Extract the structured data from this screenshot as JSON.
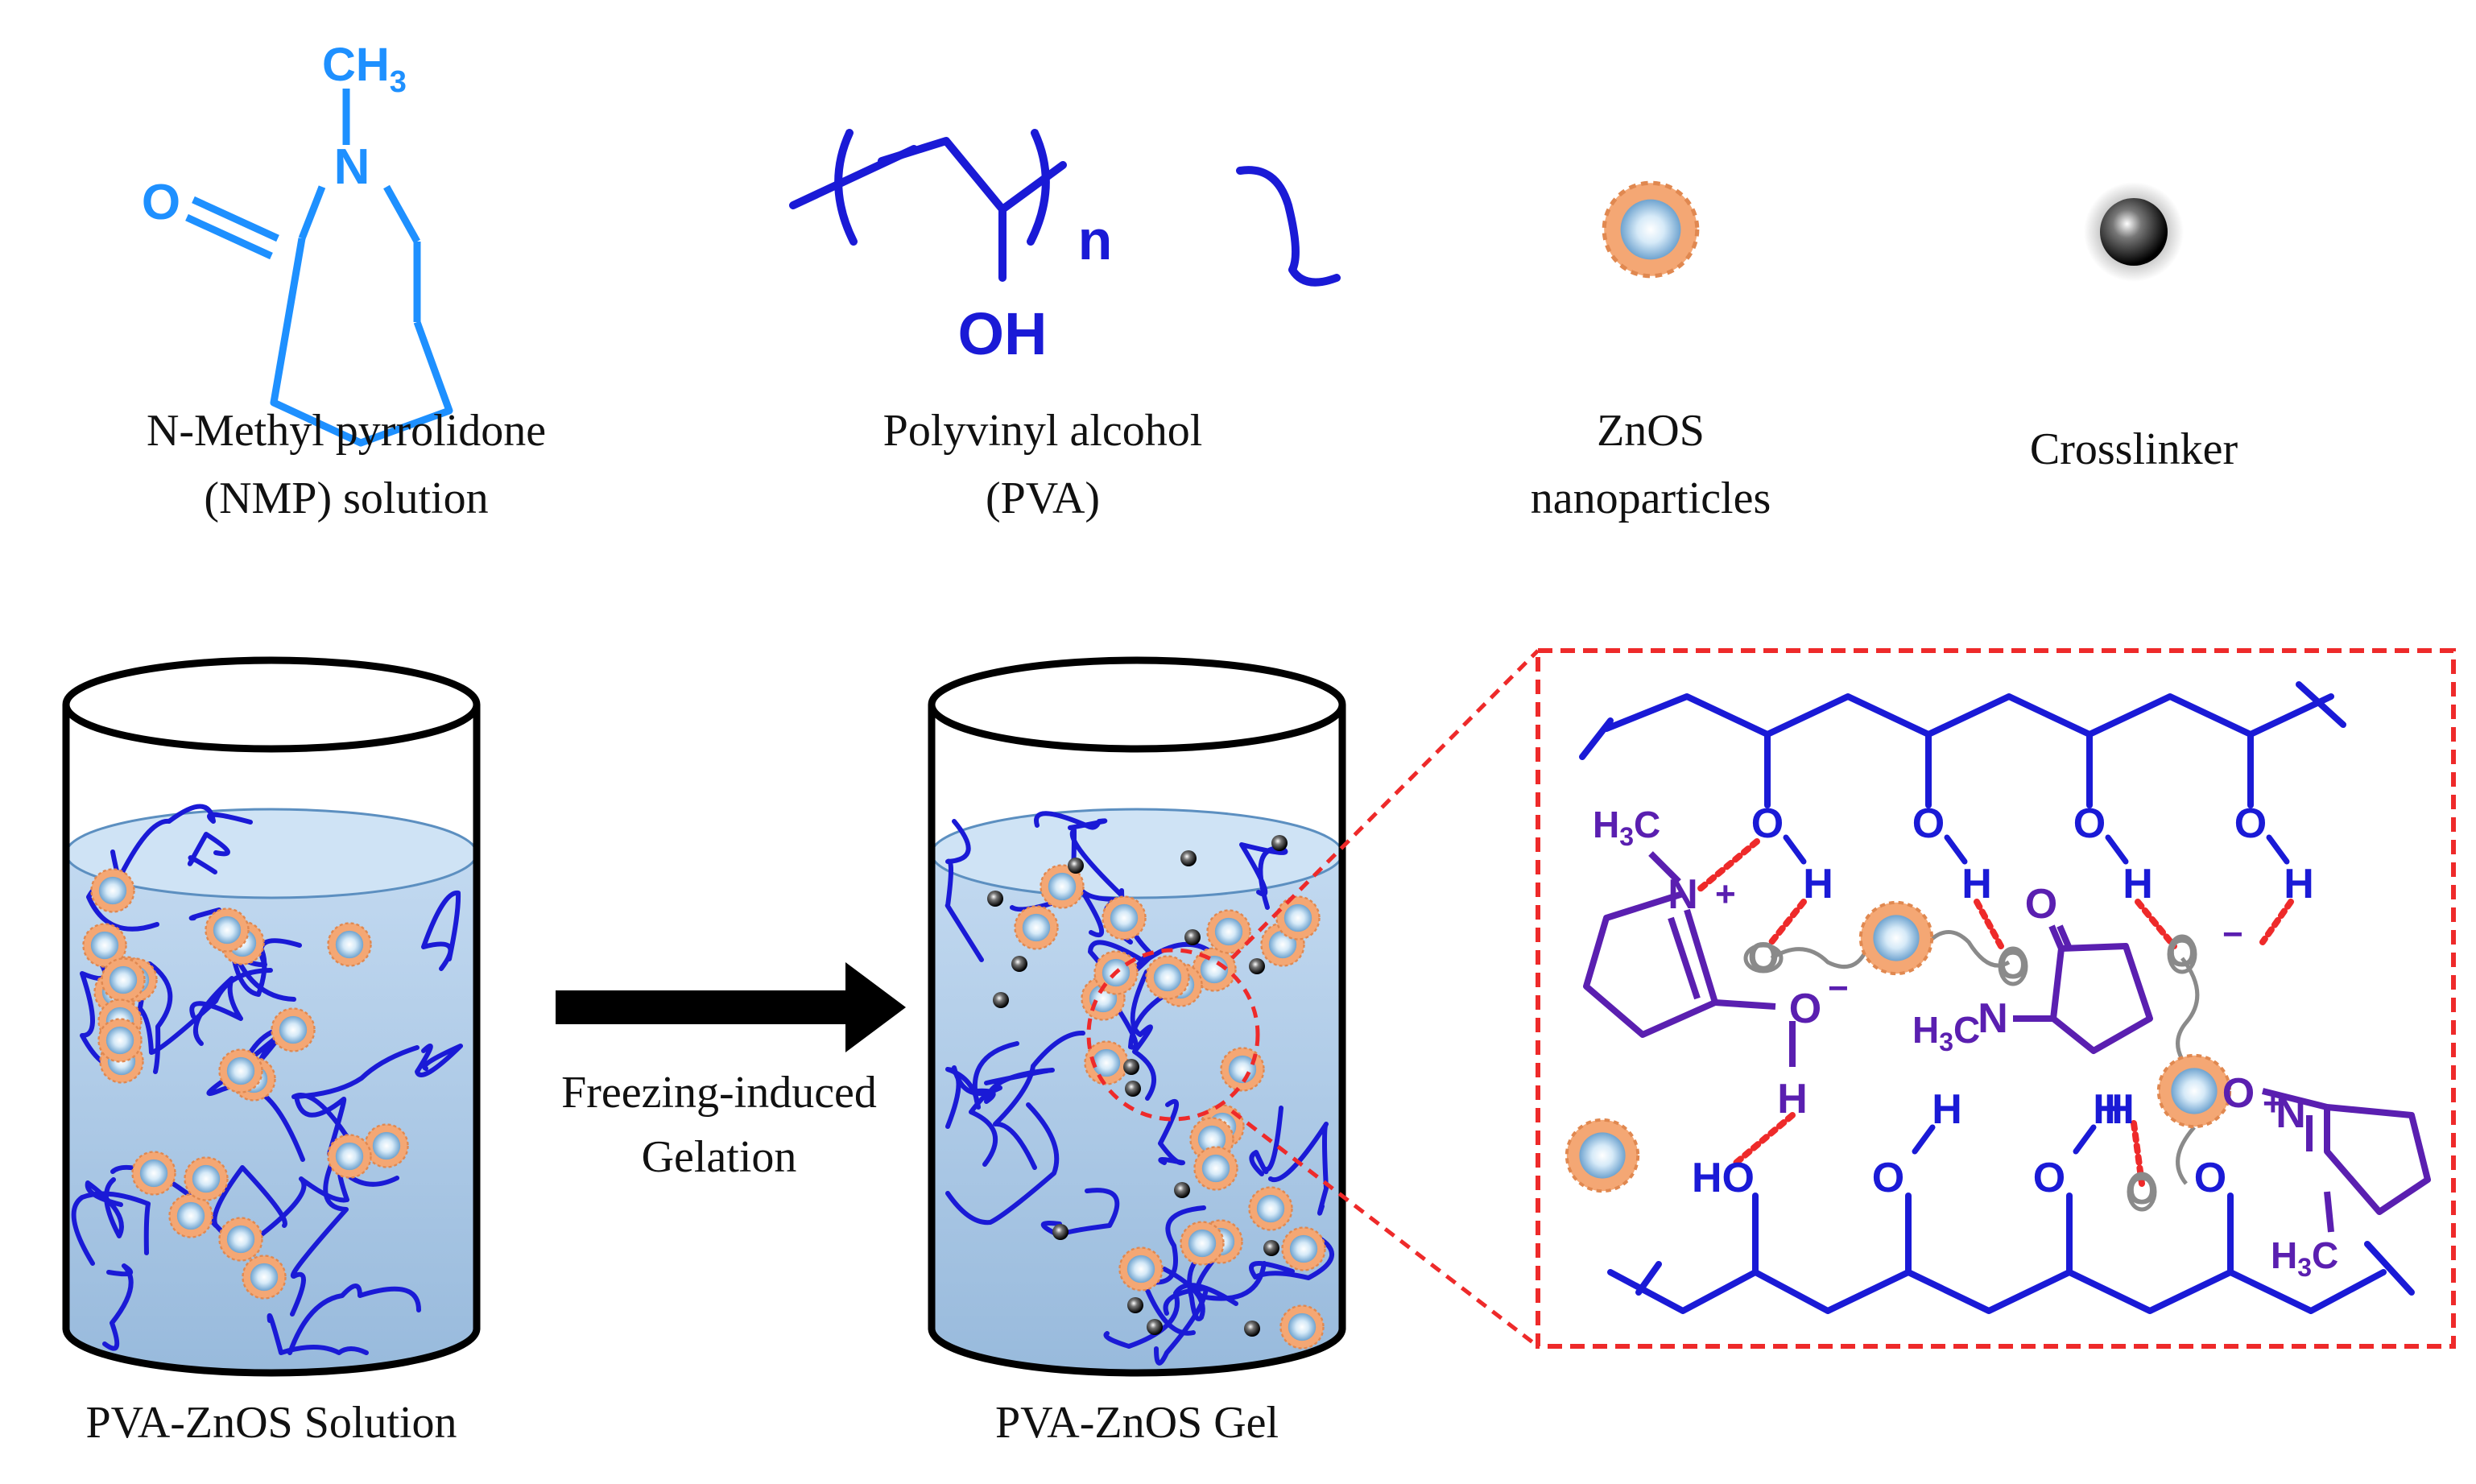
{
  "colors": {
    "nmp": "#1e90ff",
    "pva": "#1a1ad6",
    "nmp_dark": "#5a1fb0",
    "hbond": "#ee2a2a",
    "linker_gray": "#8a8a8a",
    "liquid": "#b9d3ee",
    "particle_shell": "#f2a16a"
  },
  "legend": {
    "nmp": {
      "line1": "N-Methyl pyrrolidone",
      "line2": "(NMP) solution",
      "methyl": "CH",
      "methyl_sub": "3",
      "n": "N",
      "o": "O"
    },
    "pva": {
      "line1": "Polyvinyl alcohol",
      "line2": "(PVA)",
      "oh": "OH",
      "n": "n"
    },
    "zno": {
      "line1": "ZnOS",
      "line2": "nanoparticles"
    },
    "crosslinker": {
      "line1": "Crosslinker"
    }
  },
  "process": {
    "solution_label": "PVA-ZnOS Solution",
    "gel_label": "PVA-ZnOS Gel",
    "arrow_line1": "Freezing-induced",
    "arrow_line2": "Gelation"
  },
  "zoom": {
    "o": "O",
    "h": "H",
    "n": "N",
    "ho": "HO",
    "plus": "+",
    "minus": "−",
    "h3c_a": "H",
    "h3c_b": "3",
    "h3c_c": "C"
  }
}
